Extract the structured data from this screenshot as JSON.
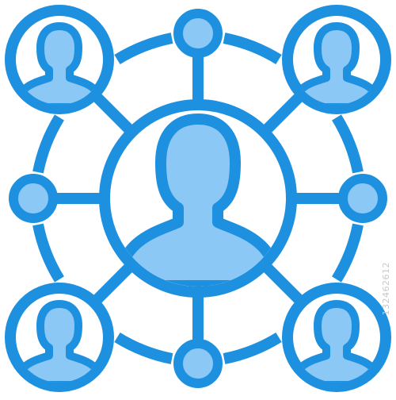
{
  "icon": {
    "name": "social-network-icon",
    "colors": {
      "stroke": "#1E90E0",
      "fill": "#8CC8F5",
      "background": "#FFFFFF"
    },
    "center_node": {
      "kind": "person"
    },
    "corner_nodes": [
      {
        "id": "top-left",
        "kind": "person"
      },
      {
        "id": "top-right",
        "kind": "person"
      },
      {
        "id": "bottom-left",
        "kind": "person"
      },
      {
        "id": "bottom-right",
        "kind": "person"
      }
    ],
    "small_nodes": [
      "top",
      "right",
      "bottom",
      "left"
    ]
  },
  "watermark": {
    "id_text": "132462612"
  }
}
